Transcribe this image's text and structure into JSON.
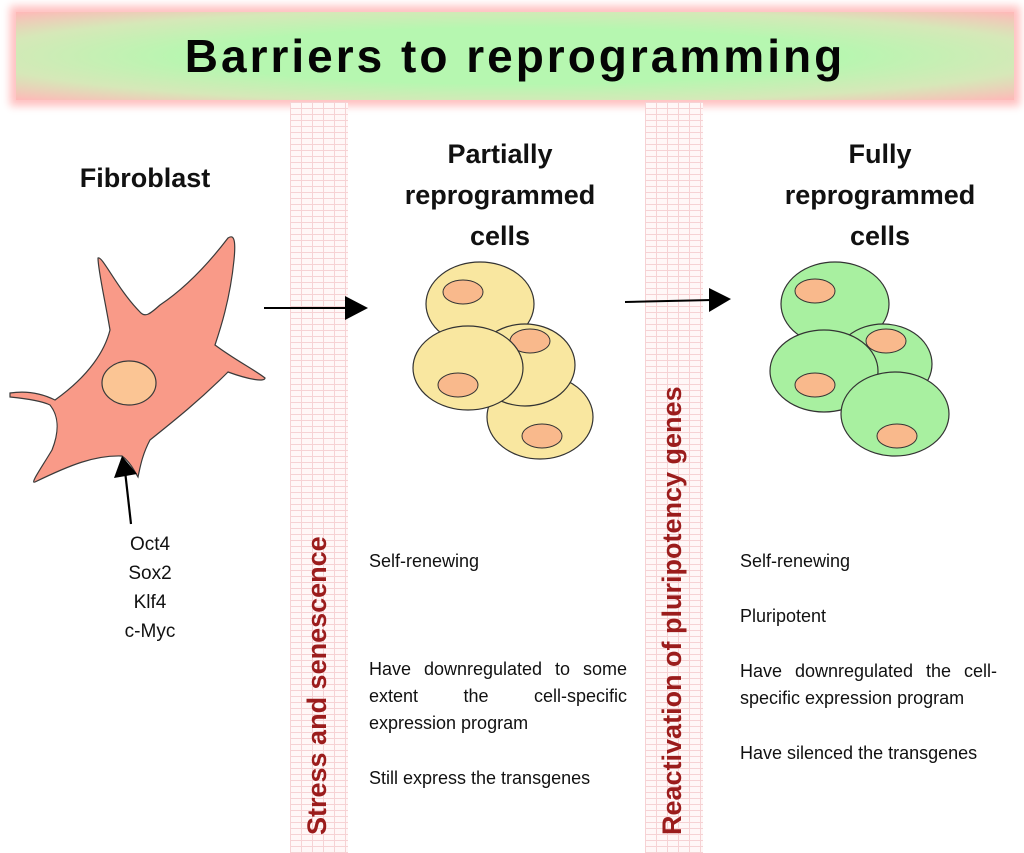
{
  "title": "Barriers to reprogramming",
  "colors": {
    "title_center": "#b6f7b0",
    "title_edge": "#ffb8b8",
    "fibroblast_fill": "#f99a88",
    "nucleus_fill": "#fbc594",
    "partial_cell_fill": "#f9e7a0",
    "full_cell_fill": "#a8f0a0",
    "barrier_text": "#9b1c1c"
  },
  "stages": {
    "fibroblast": {
      "title": "Fibroblast",
      "factors": [
        "Oct4",
        "Sox2",
        "Klf4",
        "c-Myc"
      ]
    },
    "partial": {
      "title_lines": [
        "Partially",
        "reprogrammed",
        "cells"
      ],
      "properties": [
        "Self-renewing",
        "Have downregulated to some extent the cell-specific expression program",
        "Still express the transgenes"
      ]
    },
    "full": {
      "title_lines": [
        "Fully",
        "reprogrammed",
        "cells"
      ],
      "properties": [
        "Self-renewing",
        "Pluripotent",
        "Have downregulated the cell-specific expression program",
        "Have silenced the transgenes"
      ]
    }
  },
  "barriers": [
    {
      "label": "Stress and senescence"
    },
    {
      "label": "Reactivation of pluripotency genes"
    }
  ]
}
